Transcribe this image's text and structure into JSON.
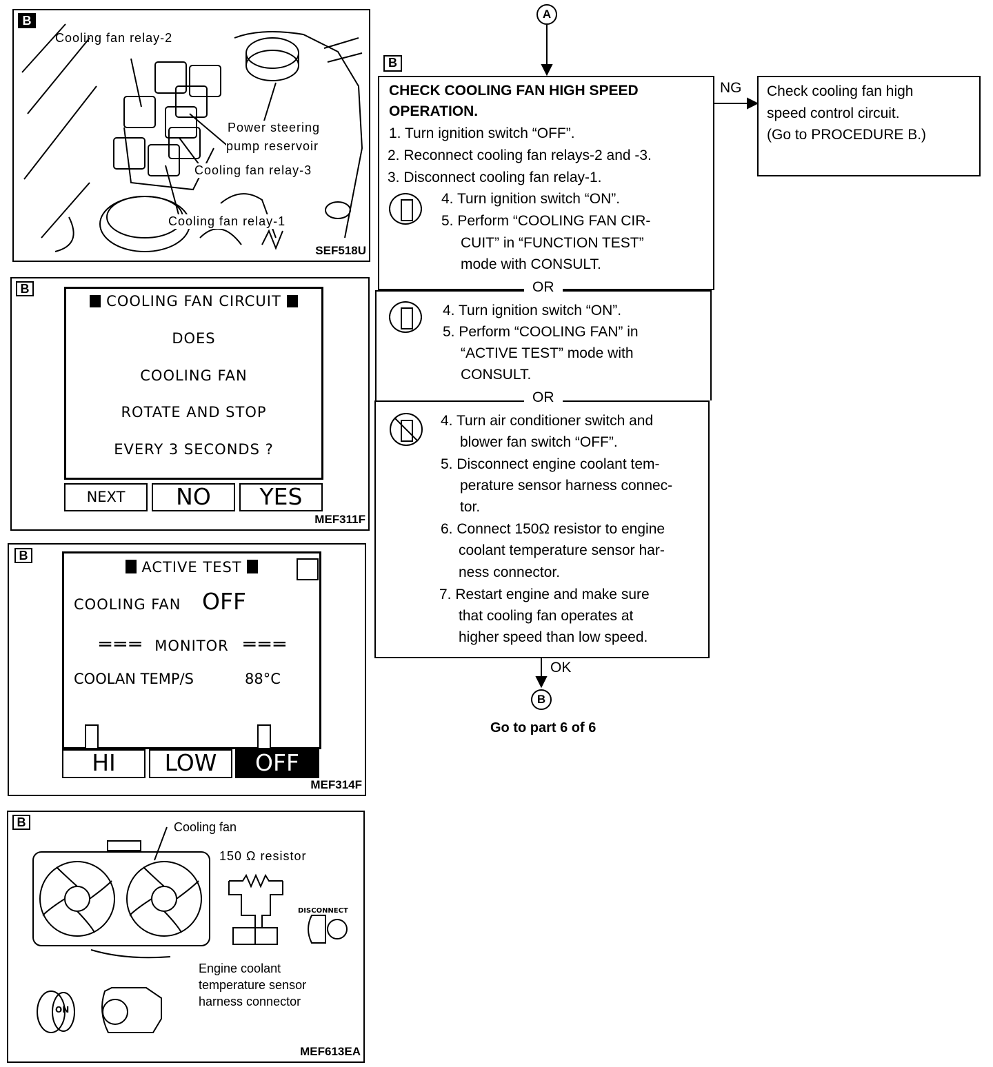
{
  "badge_letter": "B",
  "figures": {
    "relays": {
      "code": "SEF518U",
      "labels": {
        "relay2": "Cooling fan relay-2",
        "ps1": "Power steering",
        "ps2": "pump reservoir",
        "relay3": "Cooling fan relay-3",
        "relay1": "Cooling fan relay-1"
      }
    },
    "function_test": {
      "code": "MEF311F",
      "title": "COOLING FAN CIRCUIT",
      "lines": [
        "DOES",
        "COOLING FAN",
        "ROTATE AND STOP",
        "EVERY 3 SECONDS ?"
      ],
      "buttons": {
        "next": "NEXT",
        "no": "NO",
        "yes": "YES"
      }
    },
    "active_test": {
      "code": "MEF314F",
      "title": "ACTIVE TEST",
      "fan_label": "COOLING FAN",
      "fan_value": "OFF",
      "monitor_label": "MONITOR",
      "temp_label": "COOLAN TEMP/S",
      "temp_value": "88°C",
      "buttons": {
        "hi": "HI",
        "low": "LOW",
        "off": "OFF"
      }
    },
    "resistor": {
      "code": "MEF613EA",
      "cooling_fan": "Cooling fan",
      "resistor": "150 Ω resistor",
      "disconnect": "DISCONNECT",
      "connector1": "Engine coolant",
      "connector2": "temperature sensor",
      "connector3": "harness connector",
      "on": "ON"
    }
  },
  "flow": {
    "start": "A",
    "end": "B",
    "ng": "NG",
    "ok": "OK",
    "next_part": "Go to part 6 of 6",
    "title1": "CHECK COOLING FAN HIGH SPEED",
    "title2": "OPERATION.",
    "steps_common": [
      "1. Turn ignition switch “OFF”.",
      "2. Reconnect cooling fan relays-2 and -3.",
      "3. Disconnect cooling fan relay-1."
    ],
    "or": "OR",
    "section1": [
      "4. Turn ignition switch “ON”.",
      "5. Perform “COOLING FAN CIR-",
      "CUIT” in “FUNCTION TEST”",
      "mode with CONSULT."
    ],
    "section2": [
      "4. Turn ignition switch “ON”.",
      "5. Perform “COOLING FAN” in",
      "“ACTIVE TEST” mode with",
      "CONSULT."
    ],
    "section3": [
      "4. Turn air conditioner switch and",
      "blower fan switch “OFF”.",
      "5. Disconnect engine coolant tem-",
      "perature sensor harness connec-",
      "tor.",
      "6. Connect 150Ω resistor to engine",
      "coolant temperature sensor har-",
      "ness connector.",
      "7. Restart engine and make sure",
      "that cooling fan operates at",
      "higher speed than low speed."
    ],
    "ng_box": [
      "Check cooling fan high",
      "speed control circuit.",
      "(Go to PROCEDURE B.)"
    ]
  }
}
